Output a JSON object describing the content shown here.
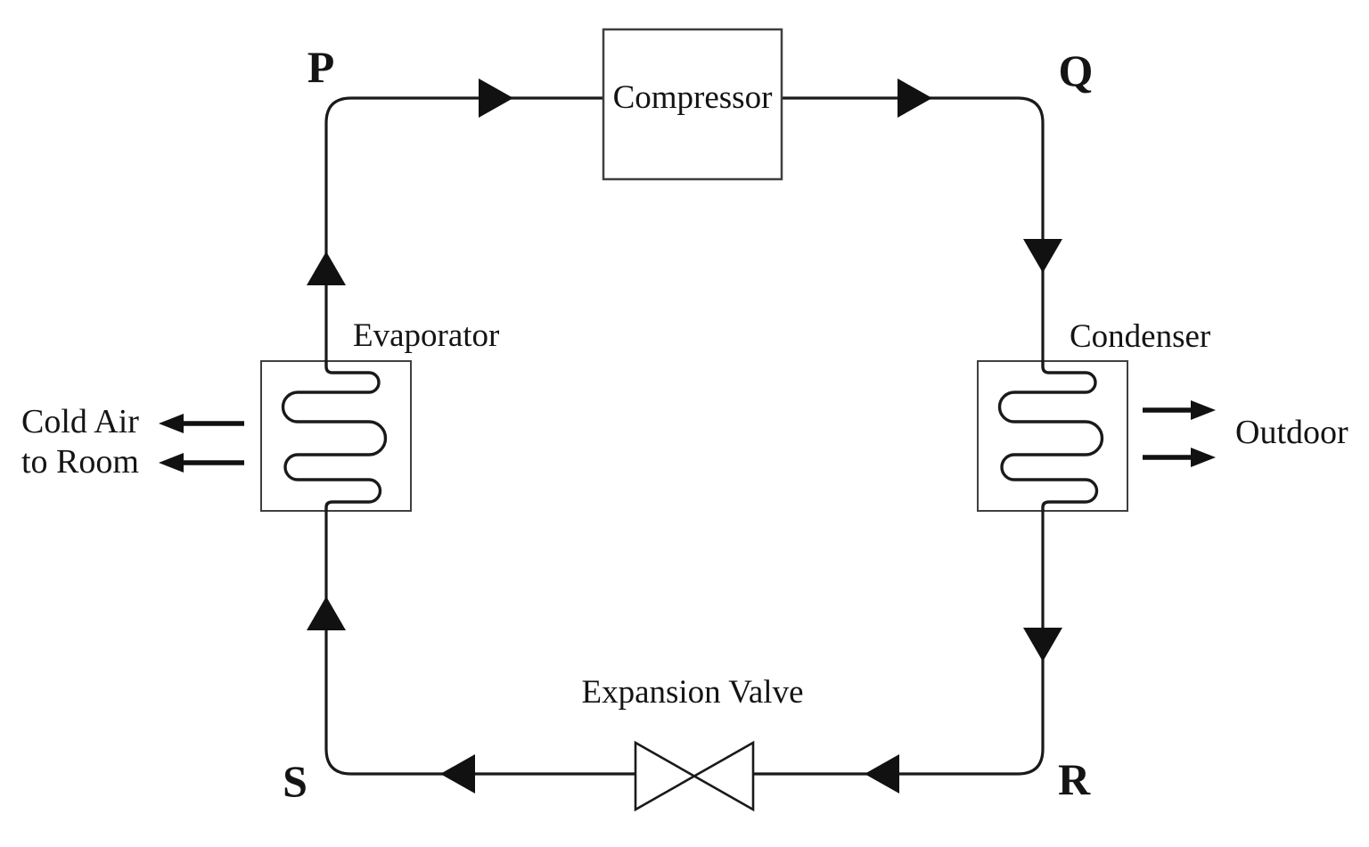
{
  "diagram": {
    "node_labels": {
      "p": "P",
      "q": "Q",
      "r": "R",
      "s": "S"
    },
    "components": {
      "compressor": "Compressor",
      "condenser": "Condenser",
      "evaporator": "Evaporator",
      "expansion_valve": "Expansion Valve"
    },
    "annotations": {
      "cold_air_line1": "Cold Air",
      "cold_air_line2": "to Room",
      "outdoor": "Outdoor"
    },
    "colors": {
      "pipe_line": "#1a1a1a",
      "box_border": "#3f3f3f",
      "arrow_fill": "#111111",
      "background": "#ffffff"
    }
  }
}
